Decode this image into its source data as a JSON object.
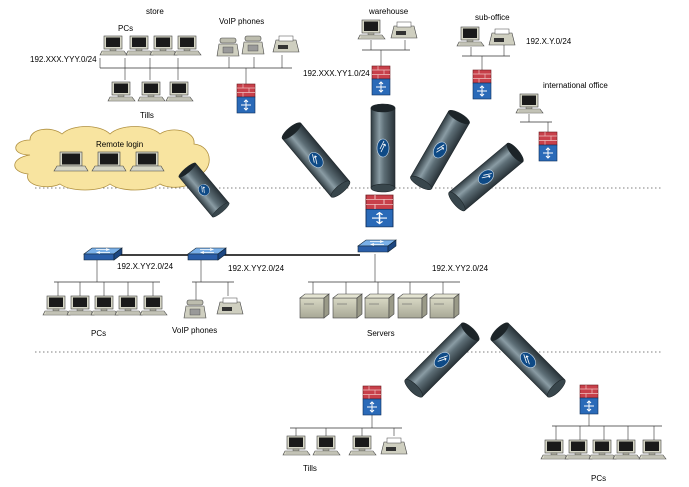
{
  "labels": {
    "store": "store",
    "store_pcs": "PCs",
    "store_voip": "VoIP phones",
    "store_subnet": "192.XXX.YYY.0/24",
    "store_tills": "Tills",
    "warehouse": "warehouse",
    "warehouse_subnet": "192.XXX.YY1.0/24",
    "suboffice": "sub-office",
    "suboffice_subnet": "192.X.Y.0/24",
    "intl_office": "international office",
    "remote_login": "Remote login",
    "hq_subnet_left": "192.X.YY2.0/24",
    "hq_subnet_mid": "192.X.YY2.0/24",
    "hq_subnet_right": "192.X.YY2.0/24",
    "hq_pcs": "PCs",
    "hq_voip": "VoIP phones",
    "servers": "Servers",
    "bottom_tills": "Tills",
    "bottom_pcs": "PCs"
  },
  "colors": {
    "tunnel": "#4a5a62",
    "tunnel_highlight": "#8a9ca4",
    "firewall": "#c8404a",
    "router": "#2a6ab8",
    "switch": "#3a7ac8",
    "cloud": "#f8e4a0"
  }
}
